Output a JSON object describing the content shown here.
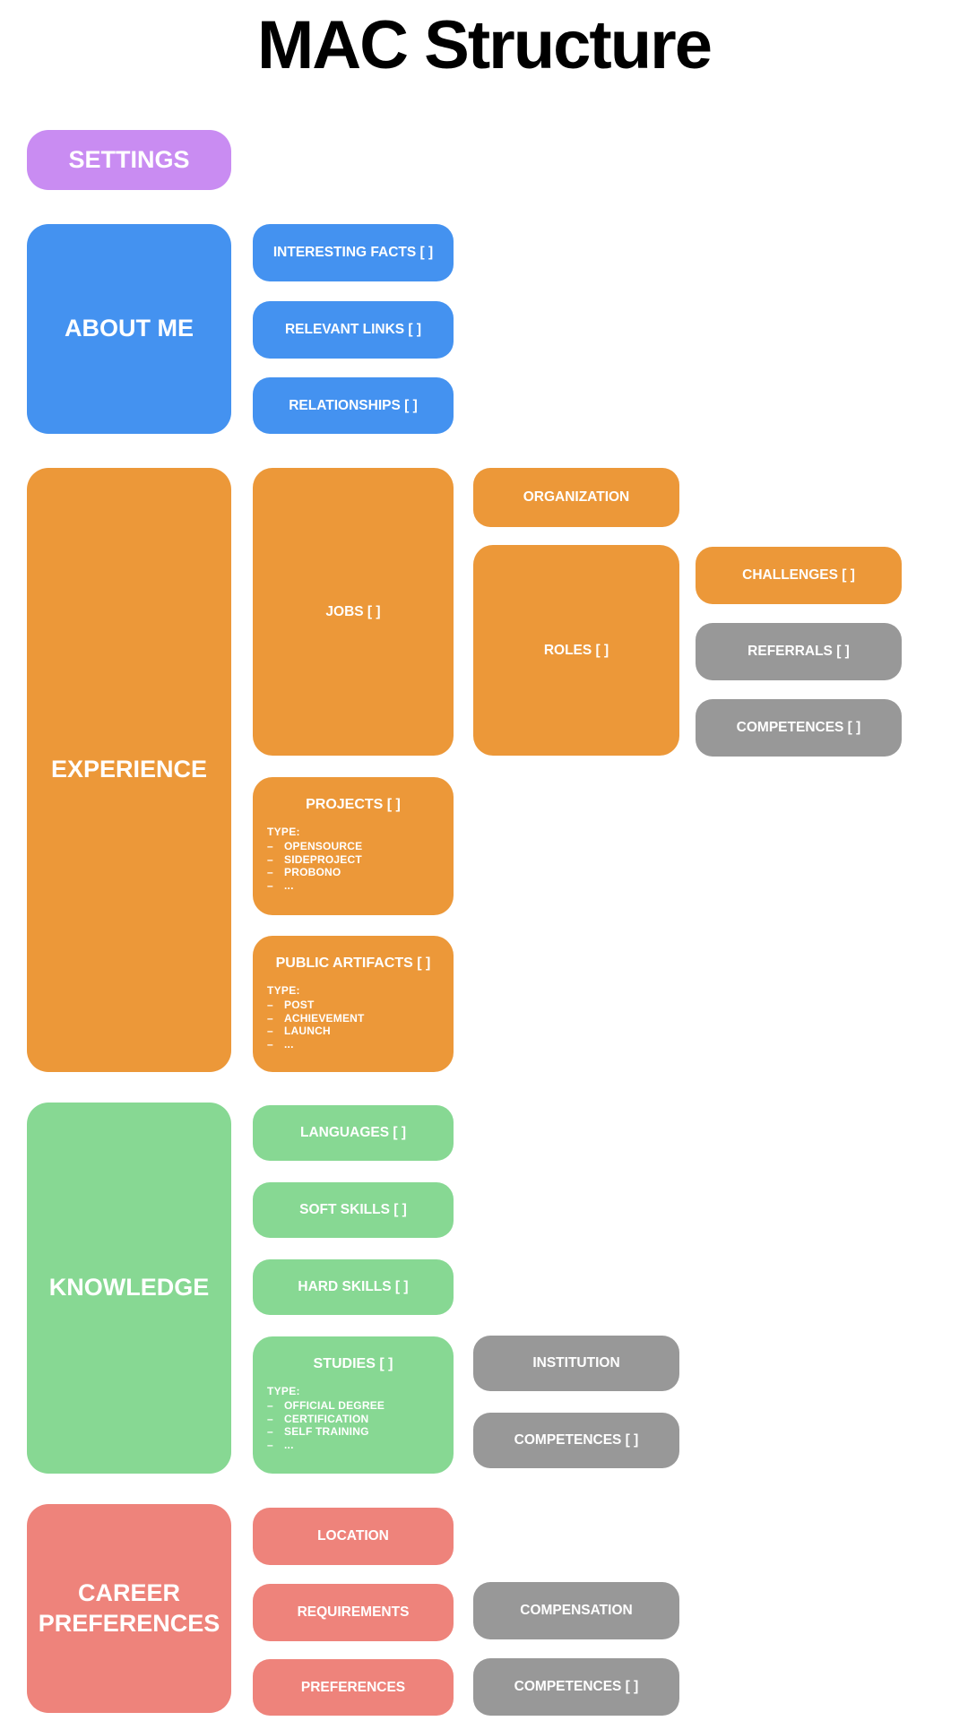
{
  "title": "MAC Structure",
  "palette": {
    "purple": "#C98CF2",
    "blue": "#4492F0",
    "orange": "#EC9839",
    "green": "#87D893",
    "salmon": "#EE837B",
    "gray": "#989898",
    "white": "#FFFFFF",
    "black": "#000000"
  },
  "settings": {
    "label": "SETTINGS"
  },
  "about_me": {
    "label": "ABOUT ME",
    "interesting_facts": "INTERESTING FACTS [ ]",
    "relevant_links": "RELEVANT LINKS [ ]",
    "relationships": "RELATIONSHIPS [ ]"
  },
  "experience": {
    "label": "EXPERIENCE",
    "jobs": "JOBS [ ]",
    "organization": "ORGANIZATION",
    "roles": "ROLES [ ]",
    "challenges": "CHALLENGES [ ]",
    "referrals": "REFERRALS [ ]",
    "competences": "COMPETENCES [ ]",
    "projects": {
      "label": "PROJECTS [ ]",
      "type_heading": "TYPE:",
      "types": [
        "OPENSOURCE",
        "SIDEPROJECT",
        "PROBONO",
        "..."
      ]
    },
    "public_artifacts": {
      "label": "PUBLIC ARTIFACTS [ ]",
      "type_heading": "TYPE:",
      "types": [
        "POST",
        "ACHIEVEMENT",
        "LAUNCH",
        "..."
      ]
    }
  },
  "knowledge": {
    "label": "KNOWLEDGE",
    "languages": "LANGUAGES [ ]",
    "soft_skills": "SOFT SKILLS [ ]",
    "hard_skills": "HARD SKILLS [ ]",
    "studies": {
      "label": "STUDIES [ ]",
      "type_heading": "TYPE:",
      "types": [
        "OFFICIAL DEGREE",
        "CERTIFICATION",
        "SELF TRAINING",
        "..."
      ]
    },
    "institution": "INSTITUTION",
    "competences": "COMPETENCES [ ]"
  },
  "career_preferences": {
    "label": "CAREER PREFERENCES",
    "location": "LOCATION",
    "requirements": "REQUIREMENTS",
    "preferences": "PREFERENCES",
    "compensation": "COMPENSATION",
    "competences": "COMPETENCES [ ]"
  }
}
